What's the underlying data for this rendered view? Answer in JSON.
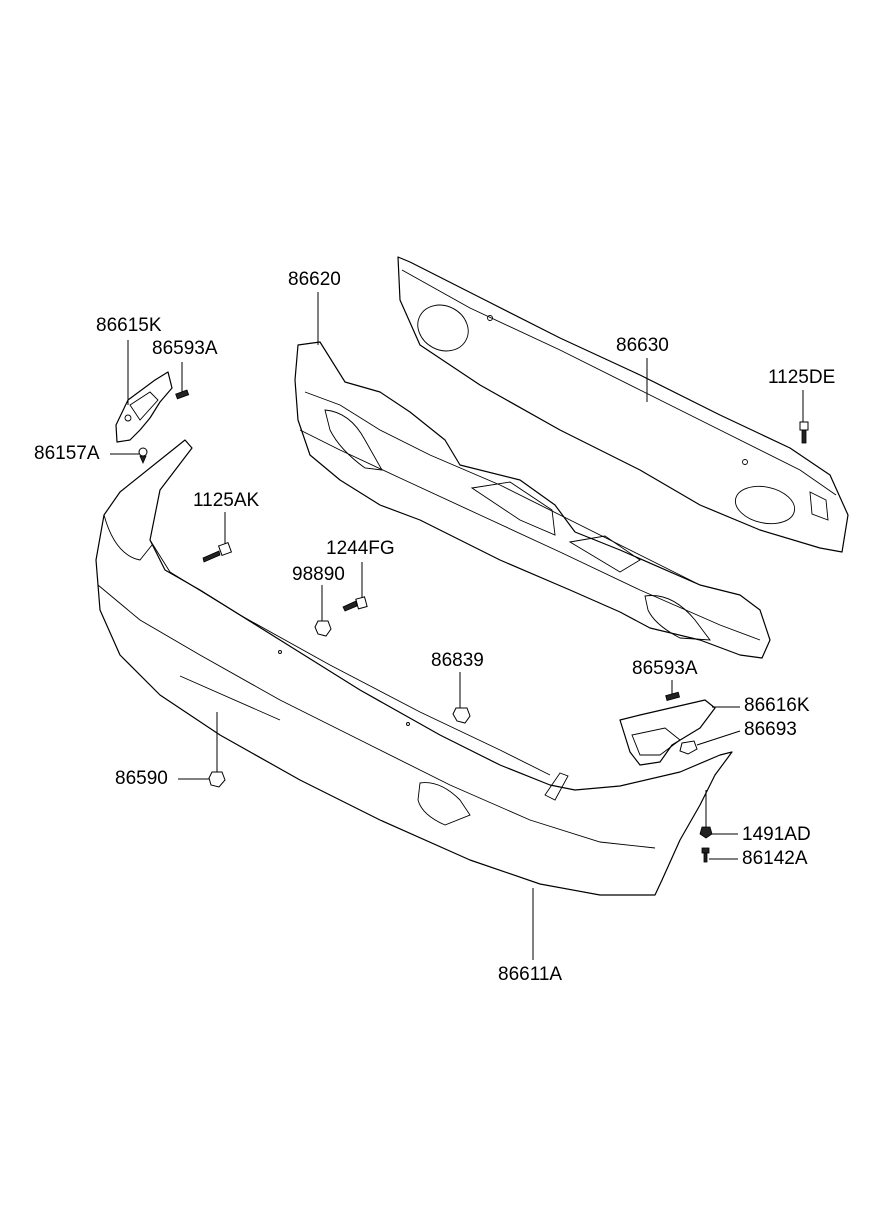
{
  "labels": {
    "p86620": "86620",
    "p86630": "86630",
    "p86615K": "86615K",
    "p86593A_left": "86593A",
    "p1125DE": "1125DE",
    "p86157A": "86157A",
    "p1125AK": "1125AK",
    "p1244FG": "1244FG",
    "p98890": "98890",
    "p86839": "86839",
    "p86593A_right": "86593A",
    "p86616K": "86616K",
    "p86693": "86693",
    "p86590": "86590",
    "p1491AD": "1491AD",
    "p86142A": "86142A",
    "p86611A": "86611A"
  }
}
